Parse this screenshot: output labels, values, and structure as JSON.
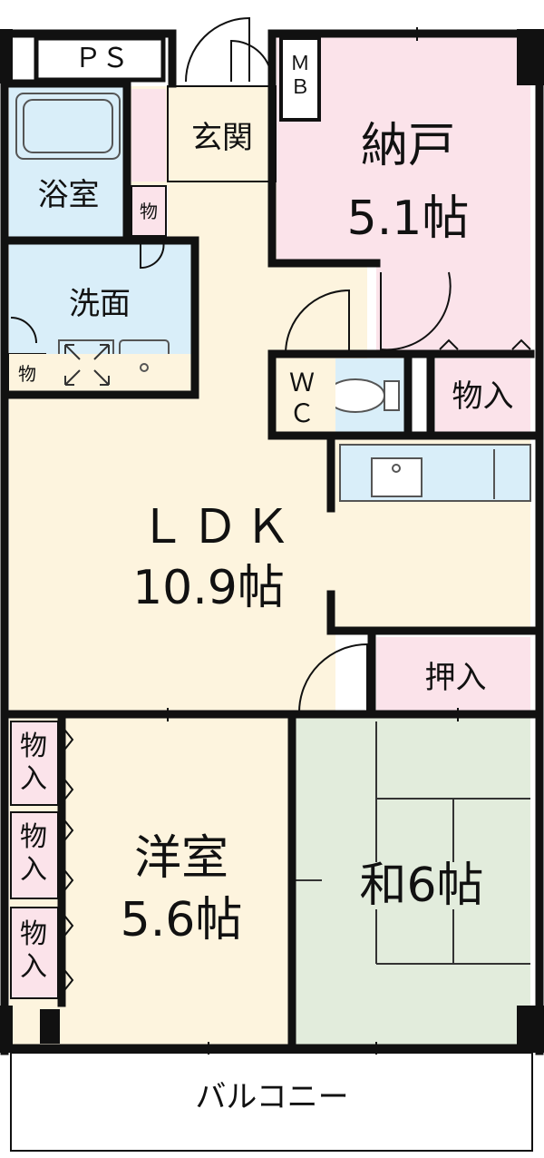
{
  "colors": {
    "wall": "#111111",
    "ldk": "#fdf4de",
    "western": "#fdf4de",
    "japanese": "#e2ecdc",
    "storage": "#fbe3ea",
    "wet": "#d9eef9",
    "common": "#fdf4de",
    "balcony": "#ffffff"
  },
  "rooms": {
    "ps": "ＰＳ",
    "mb": "ＭＢ",
    "genkan": "玄関",
    "nando_name": "納戸",
    "nando_size": "5.1帖",
    "bath": "浴室",
    "mono_small_1": "物",
    "senmen": "洗面",
    "mono_small_2": "物",
    "wc": "ＷＣ",
    "monoire_1": "物入",
    "ldk_name": "ＬＤＫ",
    "ldk_size": "10.9帖",
    "oshiire": "押入",
    "monoire_2": "物入",
    "monoire_3": "物入",
    "monoire_4": "物入",
    "youshitsu_name": "洋室",
    "youshitsu_size": "5.6帖",
    "washitsu": "和6帖",
    "balcony": "バルコニー"
  }
}
